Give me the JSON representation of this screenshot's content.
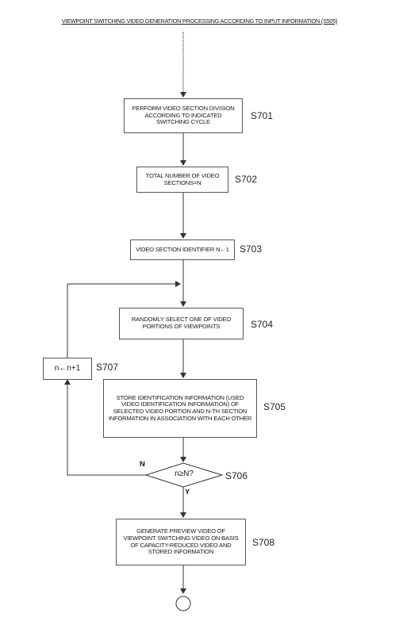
{
  "title": "VIEWPOINT SWITCHING VIDEO GENERATION PROCESSING ACCORDING TO INPUT INFORMATION (S505)",
  "steps": {
    "s701": {
      "text": "PERFORM VIDEO SECTION DIVISION ACCORDING TO INDICATED SWITCHING CYCLE",
      "id": "S701"
    },
    "s702": {
      "text": "TOTAL NUMBER OF VIDEO SECTIONS=N",
      "id": "S702"
    },
    "s703": {
      "text": "VIDEO SECTION IDENTIFIER n←1",
      "id": "S703"
    },
    "s704": {
      "text": "RANDOMLY SELECT ONE OF VIDEO PORTIONS OF VIEWPOINTS",
      "id": "S704"
    },
    "s705": {
      "text": "STORE IDENTIFICATION INFORMATION (USED VIDEO IDENTIFICATION INFORMATION) OF SELECTED VIDEO PORTION AND n-TH SECTION INFORMATION IN ASSOCIATION WITH EACH OTHER",
      "id": "S705"
    },
    "s706": {
      "text": "n≥N?",
      "id": "S706",
      "no_label": "N",
      "yes_label": "Y"
    },
    "s707": {
      "text": "n←n+1",
      "id": "S707"
    },
    "s708": {
      "text": "GENERATE PREVIEW VIDEO OF VIEWPOINT SWITCHING VIDEO ON BASIS OF CAPACITY-REDUCED VIDEO AND STORED INFORMATION",
      "id": "S708"
    }
  },
  "colors": {
    "line": "#333333",
    "box_border": "#555555"
  }
}
